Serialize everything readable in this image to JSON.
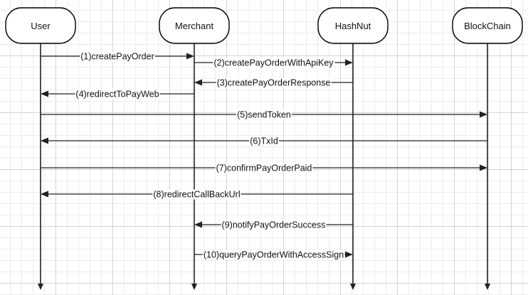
{
  "diagram": {
    "actors": [
      {
        "id": "user",
        "label": "User"
      },
      {
        "id": "merchant",
        "label": "Merchant"
      },
      {
        "id": "hashnut",
        "label": "HashNut"
      },
      {
        "id": "blockchain",
        "label": "BlockChain"
      }
    ],
    "messages": [
      {
        "from": "user",
        "to": "merchant",
        "label": "(1)createPayOrder"
      },
      {
        "from": "merchant",
        "to": "hashnut",
        "label": "(2)createPayOrderWithApiKey"
      },
      {
        "from": "hashnut",
        "to": "merchant",
        "label": "(3)createPayOrderResponse"
      },
      {
        "from": "merchant",
        "to": "user",
        "label": "(4)redirectToPayWeb"
      },
      {
        "from": "user",
        "to": "blockchain",
        "label": "(5)sendToken"
      },
      {
        "from": "blockchain",
        "to": "user",
        "label": "(6)TxId"
      },
      {
        "from": "user",
        "to": "blockchain",
        "label": "(7)confirmPayOrderPaid"
      },
      {
        "from": "hashnut",
        "to": "user",
        "label": "(8)redirectCallBackUrl"
      },
      {
        "from": "hashnut",
        "to": "merchant",
        "label": "(9)notifyPayOrderSuccess"
      },
      {
        "from": "merchant",
        "to": "hashnut",
        "label": "(10)queryPayOrderWithAccessSign"
      }
    ]
  }
}
